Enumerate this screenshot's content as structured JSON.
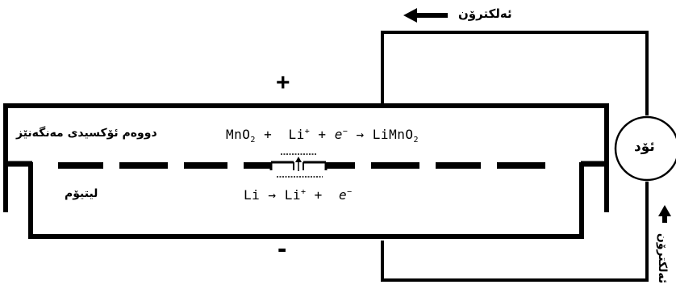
{
  "labels": {
    "electron_top": "ئەلکترۆن",
    "electron_side": "ئەلکترۆن",
    "meter": "ئۆد",
    "cathode_material": "دووەم ئۆکسیدی مەنگەنێز",
    "anode_material": "لیتیۆم",
    "positive_sign": "+",
    "negative_sign": "-"
  },
  "equations": {
    "cathode": {
      "reactant_1": "MnO",
      "reactant_1_sub": "2",
      "plus_1": "+",
      "ion": "Li",
      "ion_charge": "+",
      "plus_2": "+",
      "electron": "e",
      "electron_charge": "−",
      "arrow": "→",
      "product": "LiMnO",
      "product_sub": "2"
    },
    "anode": {
      "reactant": "Li",
      "arrow": "→",
      "ion": "Li",
      "ion_charge": "+",
      "plus": "+",
      "electron": "e",
      "electron_charge": "−"
    }
  },
  "colors": {
    "line": "#000000",
    "background": "#ffffff"
  }
}
